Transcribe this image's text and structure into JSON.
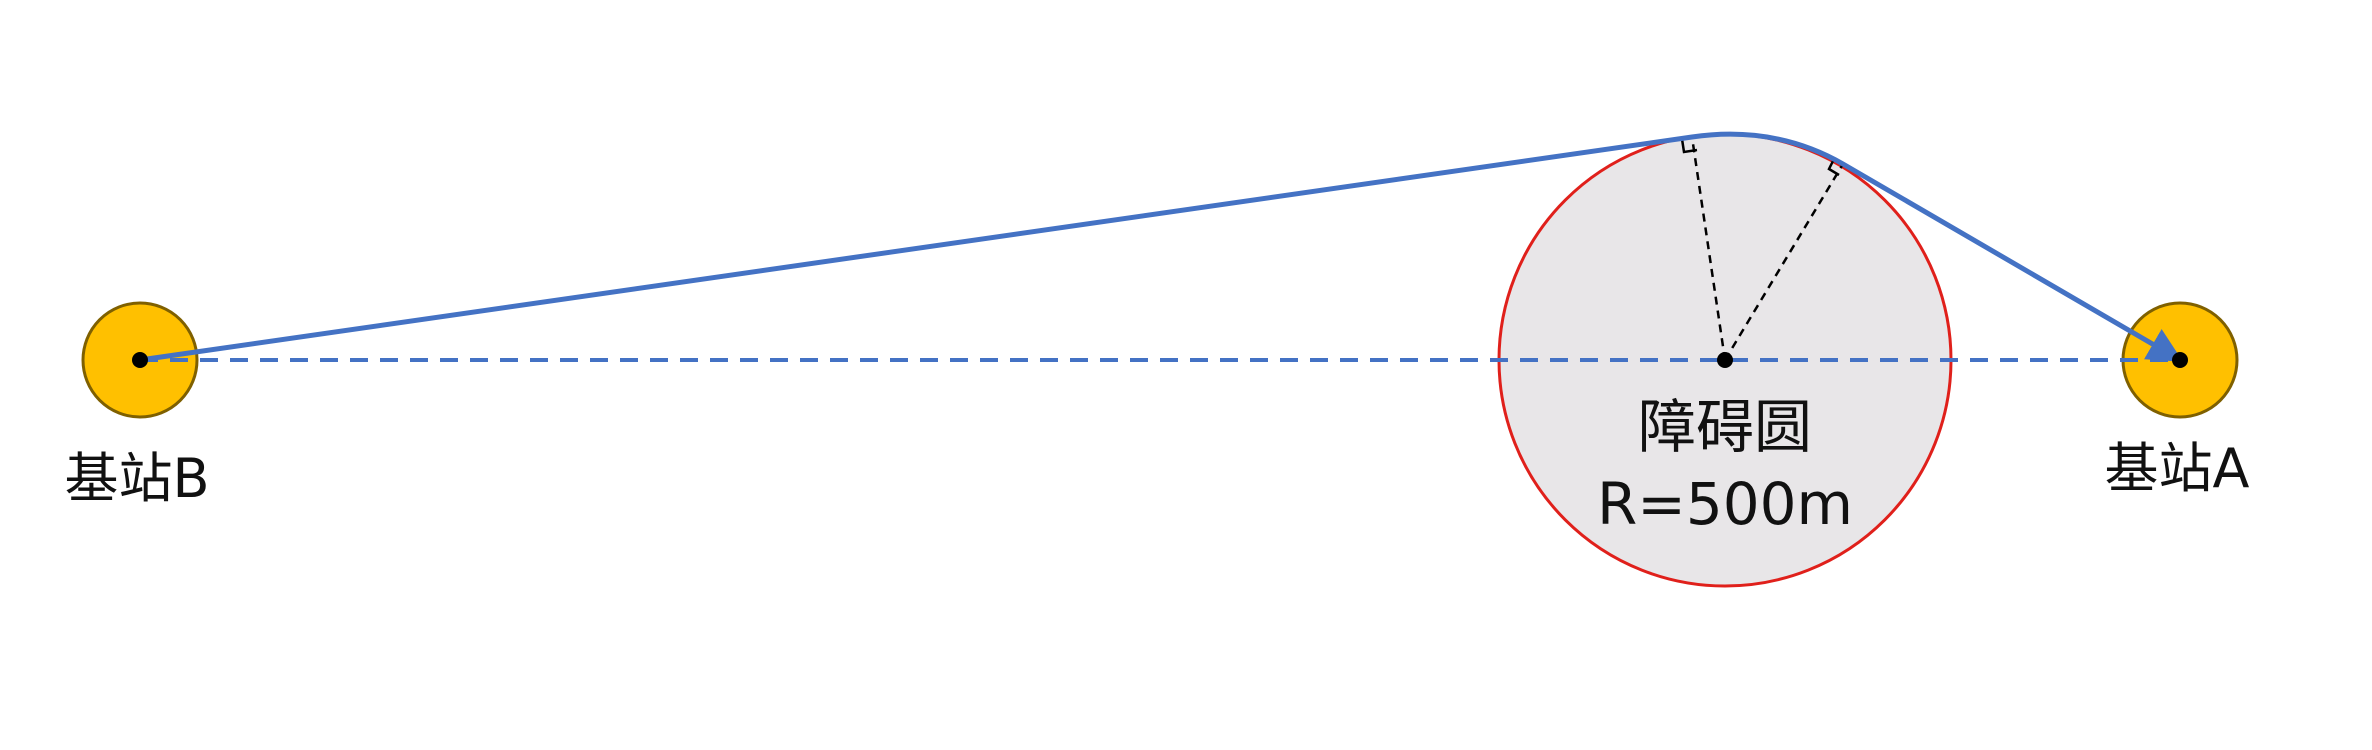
{
  "stations": {
    "b": {
      "label": "基站B"
    },
    "a": {
      "label": "基站A"
    }
  },
  "obstacle": {
    "title": "障碍圆",
    "radius_text": "R=500m"
  },
  "colors": {
    "path": "#4472C4",
    "baseline": "#4472C4",
    "station_fill": "#FFC000",
    "station_stroke": "#7F6000",
    "circle_fill": "#E8E6E8",
    "circle_stroke": "#E0201B",
    "construction_line": "#000000",
    "point": "#000000"
  }
}
